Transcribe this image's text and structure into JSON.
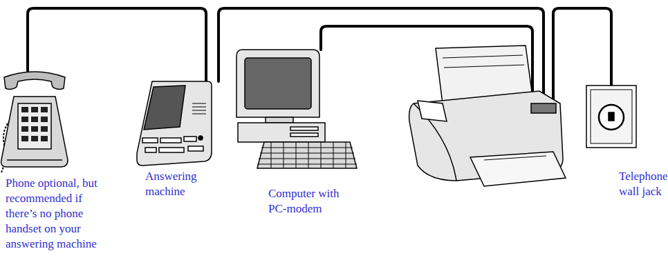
{
  "diagram": {
    "labels": [
      "Phone optional, but recommended if there’s no phone handset on your answering machine",
      "Answering machine",
      "Computer with PC-modem",
      "Telephone wall jack"
    ]
  }
}
